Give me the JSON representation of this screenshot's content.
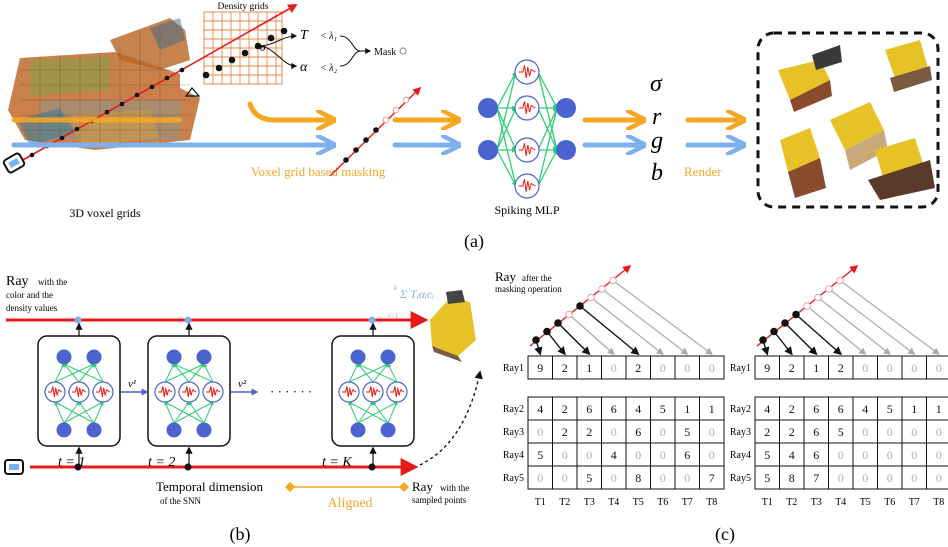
{
  "panel_a": {
    "density_grids": "Density grids",
    "T": "T",
    "sigma": "σ",
    "alpha": "α",
    "lambda1": "< λ₁",
    "lambda2": "< λ₂",
    "mask": "Mask",
    "voxel_masking": "Voxel grid based masking",
    "voxel_caption": "3D voxel grids",
    "mlp_caption": "Spiking MLP",
    "out_sigma": "σ",
    "out_r": "r",
    "out_g": "g",
    "out_b": "b",
    "render": "Render",
    "label": "(a)"
  },
  "panel_b": {
    "ray_title": "Ray",
    "ray_sub1": "with  the",
    "ray_sub2": "color and the",
    "ray_sub3": "density values",
    "sum_formula": "Σ Tᵢαᵢcᵢ",
    "sum_top": "k",
    "sum_bottom": "i=1",
    "v1": "v¹",
    "v2": "v²",
    "dots": "· · · · · ·",
    "t1": "t = 1",
    "t2": "t = 2",
    "tK": "t = K",
    "temporal1": "Temporal dimension",
    "temporal2": "of  the SNN",
    "aligned": "Aligned",
    "ray_sampled_title": "Ray",
    "ray_sampled_sub1": "with  the",
    "ray_sampled_sub2": "sampled points",
    "label": "(b)"
  },
  "panel_c": {
    "ray_title": "Ray",
    "ray_sub1": "after the",
    "ray_sub2": "masking operation",
    "columns": [
      "T1",
      "T2",
      "T3",
      "T4",
      "T5",
      "T6",
      "T7",
      "T8"
    ],
    "left_rows": [
      {
        "name": "Ray1",
        "cells": [
          [
            "9",
            1
          ],
          [
            "2",
            1
          ],
          [
            "1",
            1
          ],
          [
            "0",
            0
          ],
          [
            "2",
            1
          ],
          [
            "0",
            0
          ],
          [
            "0",
            0
          ],
          [
            "0",
            0
          ]
        ]
      },
      {
        "name": "Ray2",
        "cells": [
          [
            "4",
            1
          ],
          [
            "2",
            1
          ],
          [
            "6",
            1
          ],
          [
            "6",
            1
          ],
          [
            "4",
            1
          ],
          [
            "5",
            1
          ],
          [
            "1",
            1
          ],
          [
            "1",
            1
          ]
        ]
      },
      {
        "name": "Ray3",
        "cells": [
          [
            "0",
            0
          ],
          [
            "2",
            1
          ],
          [
            "2",
            1
          ],
          [
            "0",
            0
          ],
          [
            "6",
            1
          ],
          [
            "0",
            0
          ],
          [
            "5",
            1
          ],
          [
            "0",
            0
          ]
        ]
      },
      {
        "name": "Ray4",
        "cells": [
          [
            "5",
            1
          ],
          [
            "0",
            0
          ],
          [
            "0",
            0
          ],
          [
            "4",
            1
          ],
          [
            "0",
            0
          ],
          [
            "0",
            0
          ],
          [
            "6",
            1
          ],
          [
            "0",
            0
          ]
        ]
      },
      {
        "name": "Ray5",
        "cells": [
          [
            "0",
            0
          ],
          [
            "0",
            0
          ],
          [
            "5",
            1
          ],
          [
            "0",
            0
          ],
          [
            "8",
            1
          ],
          [
            "0",
            0
          ],
          [
            "0",
            0
          ],
          [
            "7",
            1
          ]
        ]
      }
    ],
    "right_rows": [
      {
        "name": "Ray1",
        "cells": [
          [
            "9",
            1
          ],
          [
            "2",
            1
          ],
          [
            "1",
            1
          ],
          [
            "2",
            1
          ],
          [
            "0",
            0
          ],
          [
            "0",
            0
          ],
          [
            "0",
            0
          ],
          [
            "0",
            0
          ]
        ]
      },
      {
        "name": "Ray2",
        "cells": [
          [
            "4",
            1
          ],
          [
            "2",
            1
          ],
          [
            "6",
            1
          ],
          [
            "6",
            1
          ],
          [
            "4",
            1
          ],
          [
            "5",
            1
          ],
          [
            "1",
            1
          ],
          [
            "1",
            1
          ]
        ]
      },
      {
        "name": "Ray3",
        "cells": [
          [
            "2",
            1
          ],
          [
            "2",
            1
          ],
          [
            "6",
            1
          ],
          [
            "5",
            1
          ],
          [
            "0",
            0
          ],
          [
            "0",
            0
          ],
          [
            "0",
            0
          ],
          [
            "0",
            0
          ]
        ]
      },
      {
        "name": "Ray4",
        "cells": [
          [
            "5",
            1
          ],
          [
            "4",
            1
          ],
          [
            "6",
            1
          ],
          [
            "0",
            0
          ],
          [
            "0",
            0
          ],
          [
            "0",
            0
          ],
          [
            "0",
            0
          ],
          [
            "0",
            0
          ]
        ]
      },
      {
        "name": "Ray5",
        "cells": [
          [
            "5",
            1
          ],
          [
            "8",
            1
          ],
          [
            "7",
            1
          ],
          [
            "0",
            0
          ],
          [
            "0",
            0
          ],
          [
            "0",
            0
          ],
          [
            "0",
            0
          ],
          [
            "0",
            0
          ]
        ]
      }
    ],
    "label": "(c)"
  },
  "colors": {
    "orange": "#f5a623",
    "blue": "#7fb0ee",
    "red": "#e8191a",
    "node": "#4a63d1",
    "green": "#2ecf74",
    "grid_orange": "#e8884a",
    "gray": "#b0b0b0"
  },
  "icons": {
    "camera": "camera-icon",
    "render_photos": "lego-bulldozer-render-images",
    "voxel_model": "lego-bulldozer-voxel-model",
    "small_render": "lego-bulldozer-render-thumbnail"
  }
}
